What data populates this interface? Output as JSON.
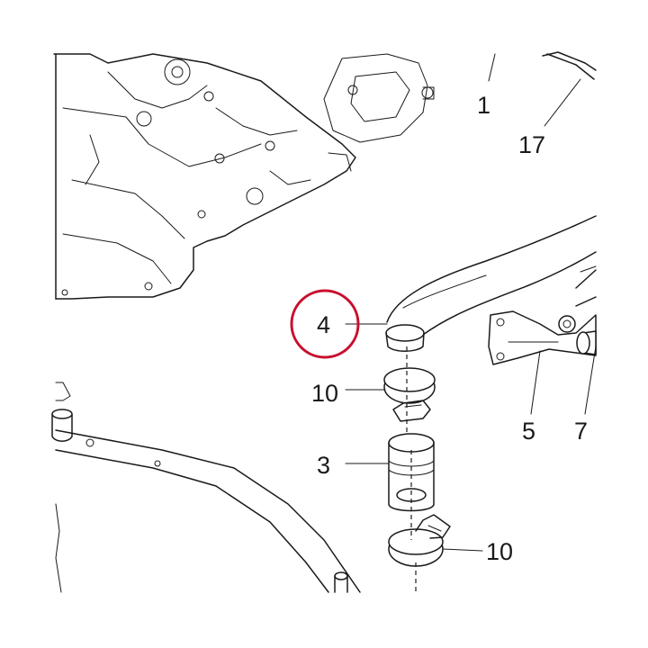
{
  "callouts": {
    "c1": "1",
    "c17": "17",
    "c4": "4",
    "c10a": "10",
    "c3": "3",
    "c10b": "10",
    "c5": "5",
    "c7": "7"
  },
  "colors": {
    "line": "#1a1a1a",
    "highlight": "#c8102e",
    "background": "#ffffff"
  }
}
